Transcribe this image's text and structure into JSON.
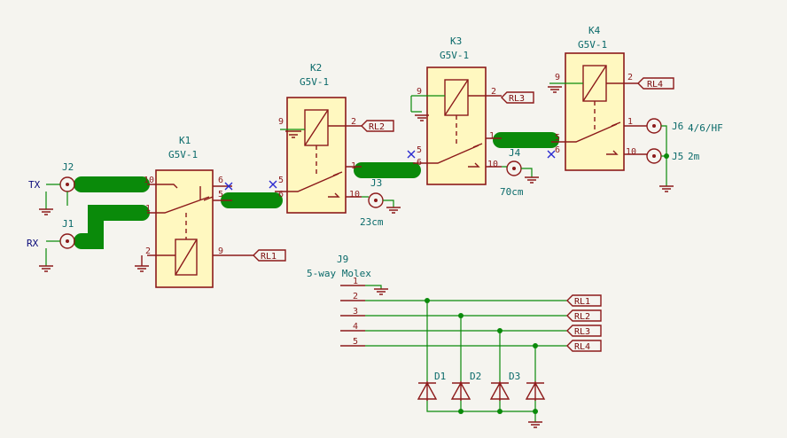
{
  "relays": [
    {
      "ref": "K1",
      "value": "G5V-1",
      "pins": {
        "com": "5",
        "no": "1",
        "nc": "10",
        "p6": "6",
        "c1": "2",
        "c2": "9"
      }
    },
    {
      "ref": "K2",
      "value": "G5V-1",
      "pins": {
        "com": "1",
        "no": "10",
        "nc": "5",
        "p6": "6",
        "c1": "9",
        "c2": "2"
      }
    },
    {
      "ref": "K3",
      "value": "G5V-1",
      "pins": {
        "com": "1",
        "no": "10",
        "nc": "5",
        "p6": "6",
        "c1": "9",
        "c2": "2"
      }
    },
    {
      "ref": "K4",
      "value": "G5V-1",
      "pins": {
        "com": "1",
        "no": "10",
        "nc": "5",
        "p6": "6",
        "c1": "9",
        "c2": "2"
      }
    }
  ],
  "connectors": [
    {
      "ref": "J1",
      "net": "RX"
    },
    {
      "ref": "J2",
      "net": "TX"
    },
    {
      "ref": "J3",
      "value": "23cm"
    },
    {
      "ref": "J4",
      "value": "70cm"
    },
    {
      "ref": "J5",
      "value": "2m"
    },
    {
      "ref": "J6",
      "value": "4/6/HF"
    }
  ],
  "labels": [
    "RL1",
    "RL2",
    "RL3",
    "RL4"
  ],
  "molex": {
    "ref": "J9",
    "value": "5-way Molex",
    "pins": [
      "1",
      "2",
      "3",
      "4",
      "5"
    ]
  },
  "diodes": [
    "D1",
    "D2",
    "D3"
  ]
}
